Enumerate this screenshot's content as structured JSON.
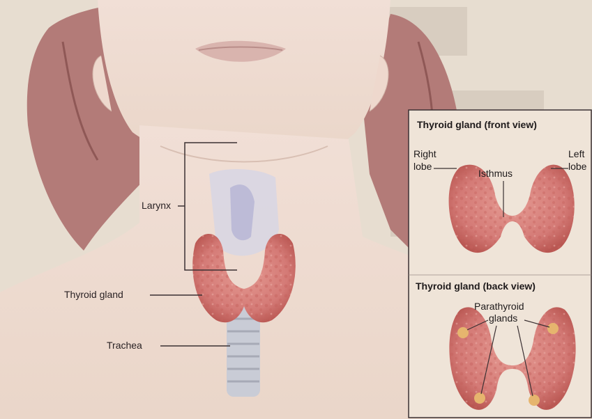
{
  "labels": {
    "larynx": "Larynx",
    "thyroid_gland": "Thyroid gland",
    "trachea": "Trachea"
  },
  "inset": {
    "front_title": "Thyroid gland (front view)",
    "right_lobe_line1": "Right",
    "right_lobe_line2": "lobe",
    "left_lobe_line1": "Left",
    "left_lobe_line2": "lobe",
    "isthmus": "Isthmus",
    "back_title": "Thyroid gland (back view)",
    "parathyroid_line1": "Parathyroid",
    "parathyroid_line2": "glands"
  },
  "colors": {
    "paper": "#e7ddd0",
    "skin": "#efdcd2",
    "hair": "#b07a78",
    "thyroid": "#d47a76",
    "thyroid_dark": "#b95752",
    "parathyroid": "#e6b56e",
    "trachea": "#c9ccd6",
    "line": "#3a3032",
    "inset_bg": "#efe4d8"
  }
}
